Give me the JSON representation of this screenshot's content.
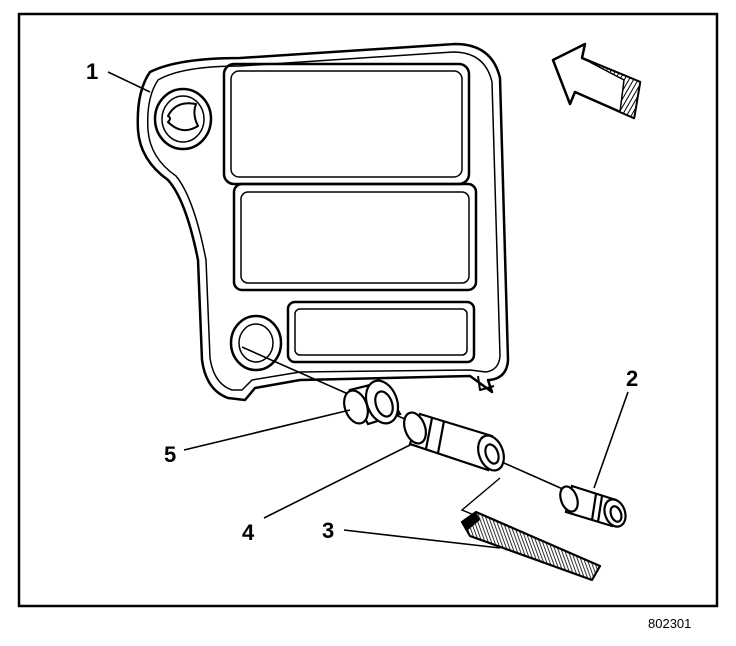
{
  "callouts": {
    "c1": "1",
    "c2": "2",
    "c3": "3",
    "c4": "4",
    "c5": "5"
  },
  "figure_id": "802301",
  "colors": {
    "line": "#000000",
    "background": "#ffffff",
    "panel_fill": "#ffffff"
  }
}
